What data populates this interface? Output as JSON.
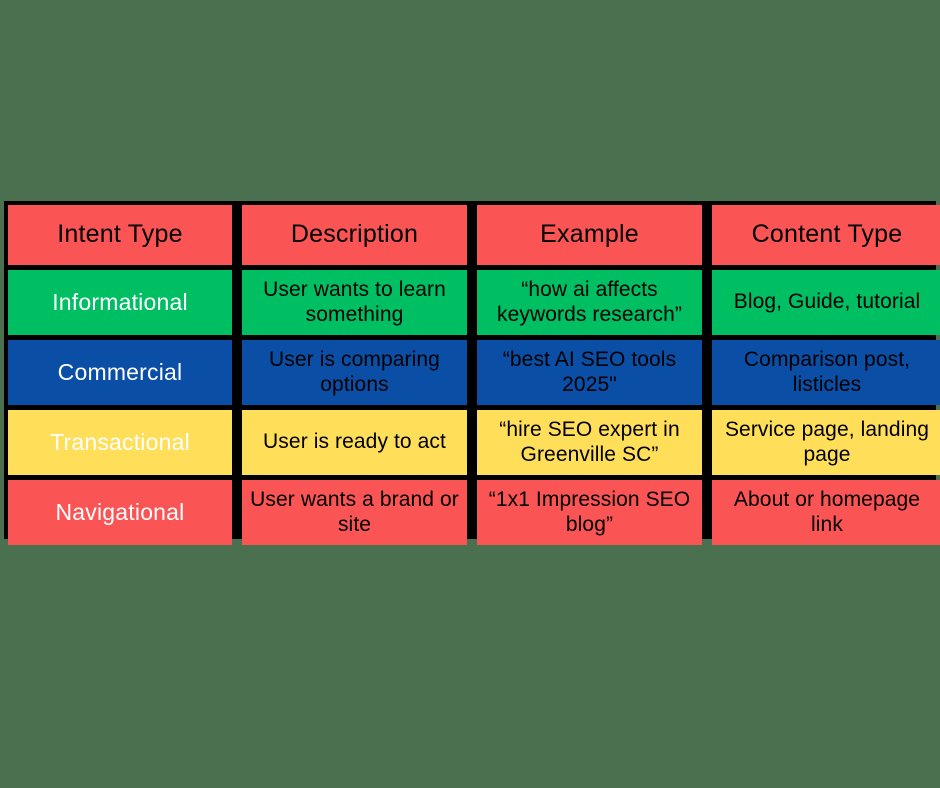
{
  "graphic": {
    "type": "comparison-table",
    "background_color": "#4a7050",
    "grid_color": "#000000"
  },
  "palette": {
    "red": "#fa5454",
    "green": "#00bf63",
    "blue": "#0a4ea5",
    "yellow": "#ffde59",
    "text_dark": "#000000",
    "text_light": "#ffffff"
  },
  "table": {
    "columns": [
      {
        "key": "intent_type",
        "header": "Intent Type"
      },
      {
        "key": "description",
        "header": "Description"
      },
      {
        "key": "example",
        "header": "Example"
      },
      {
        "key": "content_type",
        "header": "Content Type"
      }
    ],
    "header_row": {
      "fill": "red",
      "text_color": "text_dark",
      "cells": [
        "Intent Type",
        "Description",
        "Example",
        "Content Type"
      ]
    },
    "rows": [
      {
        "fill": "green",
        "label_color": "text_light",
        "body_color": "text_dark",
        "intent_type": "Informational",
        "description": "User wants to learn something",
        "example": "“how ai affects keywords research”",
        "content_type": "Blog, Guide, tutorial"
      },
      {
        "fill": "blue",
        "label_color": "text_light",
        "body_color": "text_dark",
        "intent_type": "Commercial",
        "description": "User is comparing options",
        "example": "“best AI SEO tools 2025\"",
        "content_type": "Comparison post, listicles"
      },
      {
        "fill": "yellow",
        "label_color": "text_light",
        "body_color": "text_dark",
        "intent_type": "Transactional",
        "description": "User is ready to act",
        "example": "“hire SEO expert in Greenville SC”",
        "content_type": "Service page, landing page"
      },
      {
        "fill": "red",
        "label_color": "text_light",
        "body_color": "text_dark",
        "intent_type": "Navigational",
        "description": "User wants a brand or site",
        "example": "“1x1 Impression SEO blog”",
        "content_type": "About or homepage link"
      }
    ]
  }
}
